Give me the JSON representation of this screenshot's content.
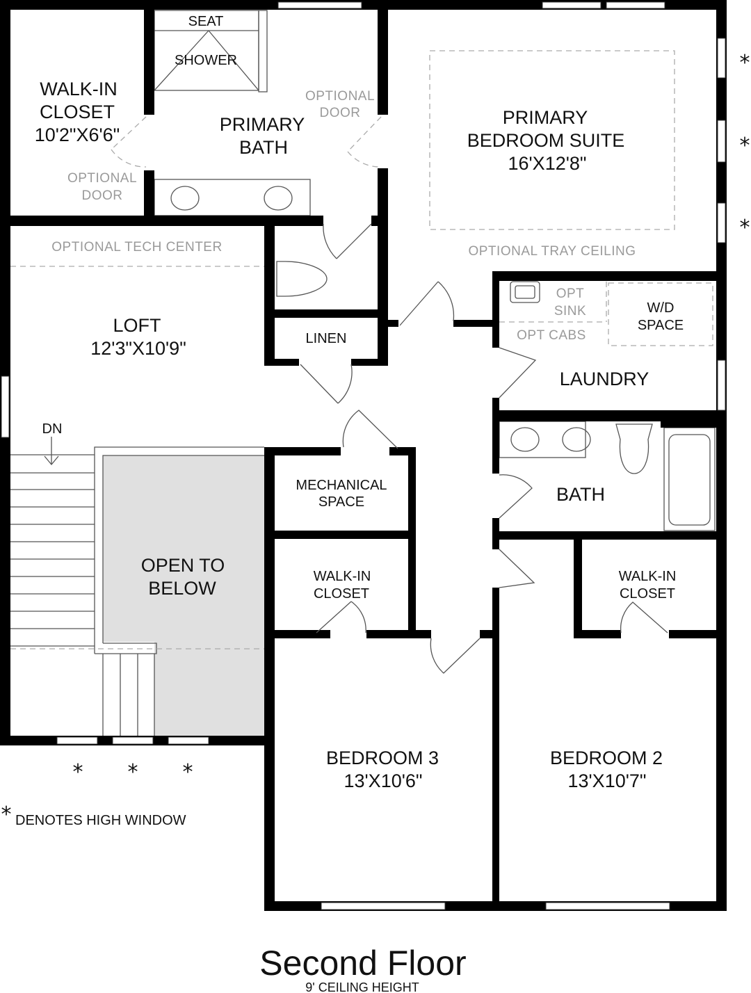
{
  "plan": {
    "title": "Second Floor",
    "subtitle": "9' CEILING HEIGHT",
    "note": "DENOTES HIGH WINDOW",
    "note_marker": "*",
    "rooms": {
      "walkin_closet_primary": {
        "line1": "WALK-IN",
        "line2": "CLOSET",
        "line3": "10'2\"X6'6\""
      },
      "seat": "SEAT",
      "shower": "SHOWER",
      "primary_bath": {
        "line1": "PRIMARY",
        "line2": "BATH"
      },
      "optional_door_bath": {
        "line1": "OPTIONAL",
        "line2": "DOOR"
      },
      "optional_door_closet": {
        "line1": "OPTIONAL",
        "line2": "DOOR"
      },
      "primary_bedroom": {
        "line1": "PRIMARY",
        "line2": "BEDROOM SUITE",
        "line3": "16'X12'8\""
      },
      "optional_tray_ceiling": "OPTIONAL TRAY CEILING",
      "optional_tech_center": "OPTIONAL TECH CENTER",
      "loft": {
        "line1": "LOFT",
        "line2": "12'3\"X10'9\""
      },
      "linen": "LINEN",
      "opt_sink": {
        "line1": "OPT",
        "line2": "SINK"
      },
      "opt_cabs": "OPT CABS",
      "wd_space": {
        "line1": "W/D",
        "line2": "SPACE"
      },
      "laundry": "LAUNDRY",
      "dn": "DN",
      "mechanical": {
        "line1": "MECHANICAL",
        "line2": "SPACE"
      },
      "bath": "BATH",
      "open_to_below": {
        "line1": "OPEN TO",
        "line2": "BELOW"
      },
      "walkin_closet_b3": {
        "line1": "WALK-IN",
        "line2": "CLOSET"
      },
      "walkin_closet_b2": {
        "line1": "WALK-IN",
        "line2": "CLOSET"
      },
      "bedroom3": {
        "line1": "BEDROOM 3",
        "line2": "13'X10'6\""
      },
      "bedroom2": {
        "line1": "BEDROOM 2",
        "line2": "13'X10'7\""
      }
    },
    "high_window_markers": [
      "*",
      "*",
      "*",
      "*",
      "*",
      "*"
    ],
    "colors": {
      "wall": "#000000",
      "open_to_below_fill": "#e0e0e0",
      "optional_text": "#9a9a9a"
    }
  }
}
